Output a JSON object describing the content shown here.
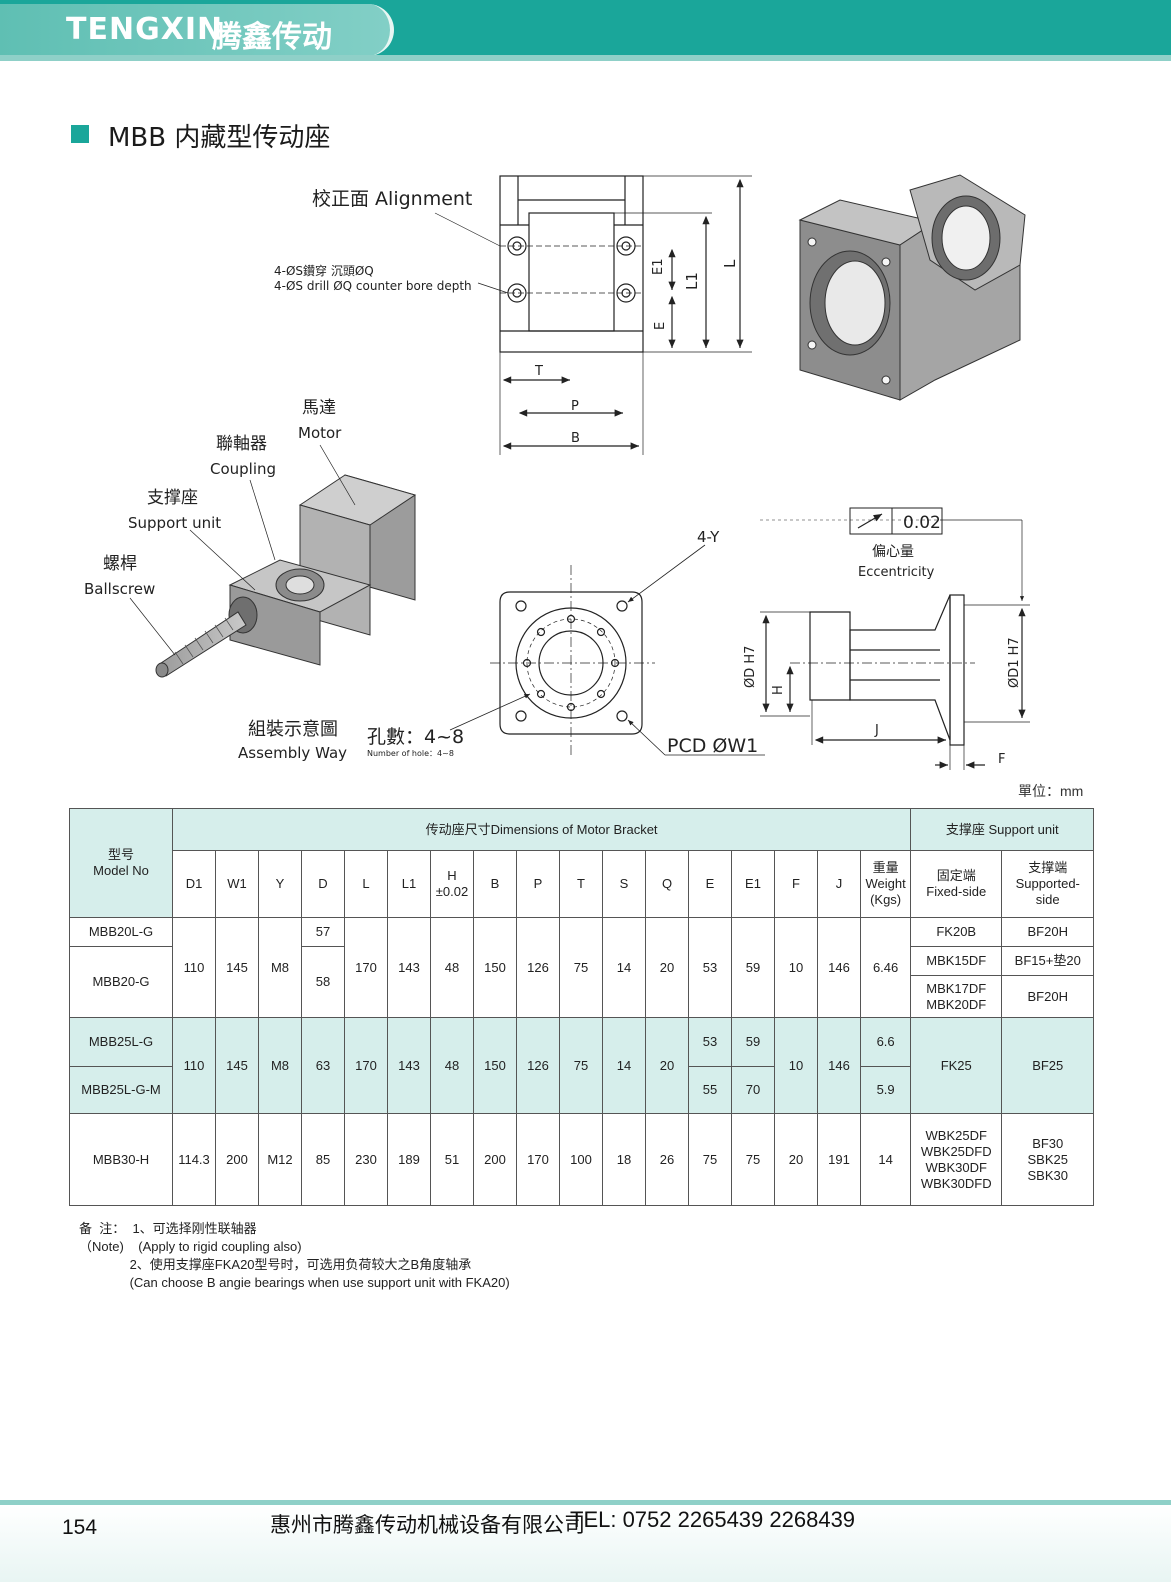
{
  "header": {
    "brand": "TENGXIN",
    "brand_cn": "腾鑫传动"
  },
  "title": "MBB 内藏型传动座",
  "figure": {
    "alignment": "校正面 Alignment",
    "drill_cn": "4-ØS鑽穿  沉頭ØQ",
    "drill_en": "4-ØS drill ØQ counter bore depth",
    "dim_e1": "E1",
    "dim_l1": "L1",
    "dim_l": "L",
    "dim_e": "E",
    "dim_t": "T",
    "dim_p": "P",
    "dim_b": "B",
    "motor_cn": "馬達",
    "motor_en": "Motor",
    "coupling_cn": "聯軸器",
    "coupling_en": "Coupling",
    "support_cn": "支撑座",
    "support_en": "Support unit",
    "ballscrew_cn": "螺桿",
    "ballscrew_en": "Ballscrew",
    "assembly_cn": "組裝示意圖",
    "assembly_en": "Assembly Way",
    "holes_cn": "孔數：4~8",
    "holes_en": "Number of hole：4~8",
    "y_label": "4-Y",
    "pcd": "PCD  ØW1",
    "tolerance": "0.02",
    "ecc_cn": "偏心量",
    "ecc_en": "Eccentricity",
    "d_h7": "ØD  H7",
    "d1_h7": "ØD1  H7",
    "dim_h": "H",
    "dim_j": "J",
    "dim_f": "F"
  },
  "units": "單位：mm",
  "table": {
    "model_cn": "型号",
    "model_en": "Model No",
    "dims_group": "传动座尺寸Dimensions of Motor Bracket",
    "support_group": "支撑座  Support unit",
    "cols": [
      "D1",
      "W1",
      "Y",
      "D",
      "L",
      "L1",
      "H",
      "B",
      "P",
      "T",
      "S",
      "Q",
      "E",
      "E1",
      "F",
      "J"
    ],
    "h_tol": "±0.02",
    "weight_cn": "重量",
    "weight_en": "Weight",
    "weight_unit": "(Kgs)",
    "fixed_cn": "固定端",
    "fixed_en": "Fixed-side",
    "supported_cn": "支撑端",
    "supported_en1": "Supported-",
    "supported_en2": "side",
    "g1": {
      "m1": "MBB20L-G",
      "m2": "MBB20-G",
      "D1": "110",
      "W1": "145",
      "Y": "M8",
      "D_a": "57",
      "D_b": "58",
      "L": "170",
      "L1": "143",
      "H": "48",
      "B": "150",
      "P": "126",
      "T": "75",
      "S": "14",
      "Q": "20",
      "E": "53",
      "E1": "59",
      "F": "10",
      "J": "146",
      "W": "6.46",
      "fx1": "FK20B",
      "sp1": "BF20H",
      "fx2": "MBK15DF",
      "sp2": "BF15+垫20",
      "fx3a": "MBK17DF",
      "fx3b": "MBK20DF",
      "sp3": "BF20H"
    },
    "g2": {
      "m1": "MBB25L-G",
      "m2": "MBB25L-G-M",
      "D1": "110",
      "W1": "145",
      "Y": "M8",
      "D": "63",
      "L": "170",
      "L1": "143",
      "H": "48",
      "B": "150",
      "P": "126",
      "T": "75",
      "S": "14",
      "Q": "20",
      "E_a": "53",
      "E1_a": "59",
      "E_b": "55",
      "E1_b": "70",
      "F": "10",
      "J": "146",
      "W_a": "6.6",
      "W_b": "5.9",
      "fx": "FK25",
      "sp": "BF25"
    },
    "g3": {
      "m": "MBB30-H",
      "D1": "114.3",
      "W1": "200",
      "Y": "M12",
      "D": "85",
      "L": "230",
      "L1": "189",
      "H": "51",
      "B": "200",
      "P": "170",
      "T": "100",
      "S": "18",
      "Q": "26",
      "E": "75",
      "E1": "75",
      "F": "20",
      "J": "191",
      "W": "14",
      "fx": [
        "WBK25DF",
        "WBK25DFD",
        "WBK30DF",
        "WBK30DFD"
      ],
      "sp": [
        "BF30",
        "SBK25",
        "SBK30"
      ]
    }
  },
  "notes": {
    "l1": "备  注：  1、可选择刚性联轴器",
    "l2": "（Note)    (Apply to rigid coupling also)",
    "l3": "              2、使用支撑座FKA20型号时，可选用负荷较大之B角度轴承",
    "l4": "              (Can choose B angie bearings when use support unit with FKA20)"
  },
  "footer": {
    "page": "154",
    "company": "惠州市腾鑫传动机械设备有限公司",
    "tel": "TEL: 0752  2265439  2268439"
  },
  "colors": {
    "brand_teal": "#1aa69a",
    "table_tint": "#d6eeeb"
  }
}
